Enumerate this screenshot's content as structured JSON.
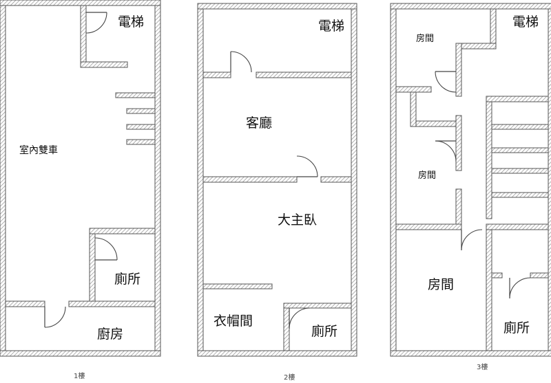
{
  "floors": [
    {
      "caption": "1樓",
      "rooms": {
        "elevator": "電梯",
        "garage": "室內雙車",
        "toilet": "廁所",
        "kitchen": "廚房"
      }
    },
    {
      "caption": "2樓",
      "rooms": {
        "elevator": "電梯",
        "living": "客廳",
        "master": "大主臥",
        "closet": "衣帽間",
        "toilet": "廁所"
      }
    },
    {
      "caption": "3樓",
      "rooms": {
        "elevator": "電梯",
        "room_a": "房間",
        "room_b": "房間",
        "room_c": "房間",
        "toilet": "廁所"
      }
    }
  ],
  "colors": {
    "wall": "#555555",
    "wall_hatch": "#9a9a9a",
    "door": "#444444",
    "background": "#ffffff"
  }
}
